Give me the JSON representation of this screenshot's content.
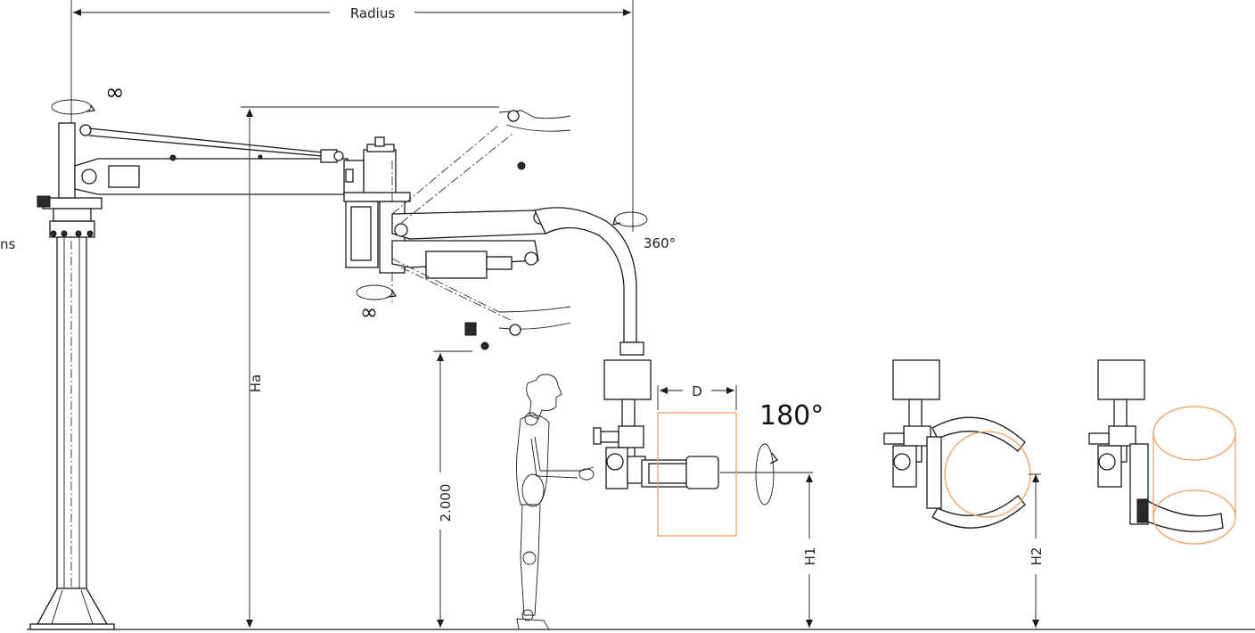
{
  "labels": {
    "radius": "Radius",
    "ha": "Ha",
    "height_2000": "2.000",
    "d": "D",
    "h1": "H1",
    "h2": "H2",
    "rot_360": "360°",
    "rot_180": "180°",
    "edge_fragment": "ns"
  },
  "colors": {
    "line": "#1a1a1a",
    "load_outline": "#f0a060",
    "background": "#ffffff"
  },
  "icons": [
    "infinity-rotation-icon",
    "rotation-arrow-icon",
    "human-figure-icon"
  ]
}
